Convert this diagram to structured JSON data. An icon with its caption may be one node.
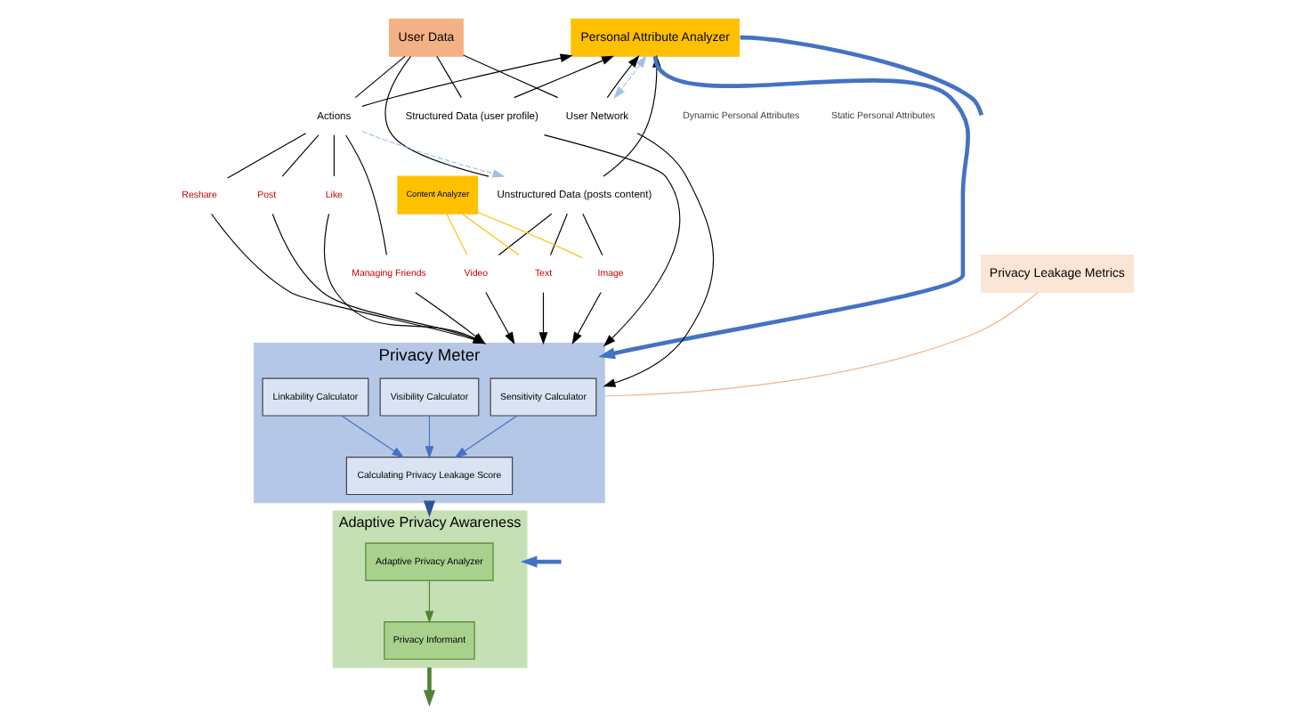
{
  "diagram": {
    "nodes": [
      {
        "text": [
          "Personal Attribute Analyzer"
        ]
      },
      {
        "text": [
          "User Data"
        ]
      },
      {
        "text": [
          "User Network"
        ]
      },
      {
        "text": [
          "Actions"
        ]
      },
      {
        "text": [
          "Unstructured Data (posts content)"
        ]
      },
      {
        "text": [
          "Content Analyzer"
        ]
      },
      {
        "text": [
          "Structured Data (user profile)"
        ]
      },
      {
        "text": [
          "Managing Friends"
        ]
      },
      {
        "text": [
          "Reshare"
        ]
      },
      {
        "text": [
          "Post"
        ]
      },
      {
        "text": [
          "Like"
        ]
      },
      {
        "text": [
          "Video"
        ]
      },
      {
        "text": [
          "Text"
        ]
      },
      {
        "text": [
          "Image"
        ]
      },
      {
        "text": [
          "Privacy Leakage Metrics"
        ]
      },
      {
        "text": [
          "Privacy Meter"
        ]
      },
      {
        "text": [
          "Sensitivity Calculator"
        ],
        "in": 15
      },
      {
        "text": [
          "Visibility Calculator"
        ],
        "in": 15
      },
      {
        "text": [
          "Calculating Privacy Leakage Score"
        ],
        "in": 15
      },
      {
        "text": [
          "Linkability Calculator"
        ],
        "in": 15
      },
      {
        "text": [
          "Adaptive Privacy Awareness"
        ]
      },
      {
        "text": [
          "Adaptive Privacy Analyzer"
        ],
        "in": 20
      },
      {
        "text": [
          "Privacy Informant"
        ],
        "in": 20
      }
    ],
    "edges": [
      {
        "from": 1,
        "to": 2,
        "arrow": "none"
      },
      {
        "from": 1,
        "to": 3,
        "arrow": "none"
      },
      {
        "from": 1,
        "to": 4,
        "arrow": "none"
      },
      {
        "from": 1,
        "to": 6,
        "arrow": "none"
      },
      {
        "from": 2,
        "to": 0,
        "arrow": "to"
      },
      {
        "from": 3,
        "to": 0,
        "arrow": "to"
      },
      {
        "from": 4,
        "to": 0,
        "arrow": "to"
      },
      {
        "from": 6,
        "to": 0,
        "arrow": "to"
      },
      {
        "from": 3,
        "to": 7,
        "arrow": "none"
      },
      {
        "from": 3,
        "to": 8,
        "arrow": "none"
      },
      {
        "from": 3,
        "to": 9,
        "arrow": "none"
      },
      {
        "from": 3,
        "to": 10,
        "arrow": "none"
      },
      {
        "from": 4,
        "to": 11,
        "arrow": "none"
      },
      {
        "from": 4,
        "to": 12,
        "arrow": "none"
      },
      {
        "from": 4,
        "to": 13,
        "arrow": "none"
      },
      {
        "from": 5,
        "to": 11,
        "arrow": "none",
        "color": "#ffc000"
      },
      {
        "from": 5,
        "to": 12,
        "arrow": "none",
        "color": "#ffc000"
      },
      {
        "from": 5,
        "to": 13,
        "arrow": "none",
        "color": "#ffc000"
      },
      {
        "from": 2,
        "to": 15,
        "arrow": "to"
      },
      {
        "from": 7,
        "to": 15,
        "arrow": "to"
      },
      {
        "from": 8,
        "to": 15,
        "arrow": "to"
      },
      {
        "from": 9,
        "to": 15,
        "arrow": "to"
      },
      {
        "from": 10,
        "to": 15,
        "arrow": "to"
      },
      {
        "from": 11,
        "to": 15,
        "arrow": "to"
      },
      {
        "from": 12,
        "to": 15,
        "arrow": "to"
      },
      {
        "from": 13,
        "to": 15,
        "arrow": "to"
      },
      {
        "from": 6,
        "to": 15,
        "arrow": "to"
      },
      {
        "from": 14,
        "to": 15,
        "arrow": "none",
        "color": "#f4b183"
      },
      {
        "from": 2,
        "to": 0,
        "arrow": "both",
        "style": "dashed",
        "color": "#9dc3e6"
      },
      {
        "from": 3,
        "to": 4,
        "arrow": "to",
        "style": "dashed",
        "color": "#9dc3e6"
      },
      {
        "from": 0,
        "to": 15,
        "arrow": "to",
        "style": "thick",
        "color": "#4472c4"
      },
      {
        "from": 0,
        "to": null,
        "arrow": "none",
        "style": "thick",
        "color": "#4472c4"
      },
      {
        "from": 16,
        "to": 18,
        "arrow": "to",
        "color": "#4472c4"
      },
      {
        "from": 17,
        "to": 18,
        "arrow": "to",
        "color": "#4472c4"
      },
      {
        "from": 19,
        "to": 18,
        "arrow": "to",
        "color": "#4472c4"
      },
      {
        "from": 15,
        "to": 20,
        "arrow": "to",
        "style": "thick",
        "color": "#2f5597"
      },
      {
        "from": null,
        "to": 20,
        "arrow": "to",
        "style": "thick",
        "color": "#4472c4"
      },
      {
        "from": 21,
        "to": 22,
        "arrow": "to",
        "color": "#548235"
      },
      {
        "from": 20,
        "to": null,
        "arrow": "to",
        "style": "thick",
        "color": "#548235"
      }
    ],
    "labels": [
      "Static Personal Attributes",
      "Dynamic Personal Attributes"
    ]
  }
}
